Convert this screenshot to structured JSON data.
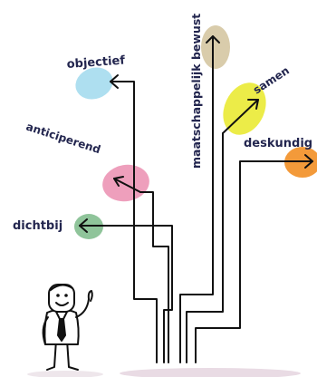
{
  "labels": {
    "objectief": "objectief",
    "maatschappelijk": "maatschappelijk bewust",
    "samen": "samen",
    "deskundig": "deskundig",
    "anticiperend": "anticiperend",
    "dichtbij": "dichtbij"
  },
  "colors": {
    "ink": "#111111",
    "label_ink": "#23264f",
    "blob_blue": "#aedff0",
    "blob_beige": "#d9ccab",
    "blob_yellow": "#ecec48",
    "blob_orange": "#f39a3a",
    "blob_pink": "#ee9fbc",
    "blob_green": "#8fc49a",
    "ground": "#e9dbe4"
  }
}
